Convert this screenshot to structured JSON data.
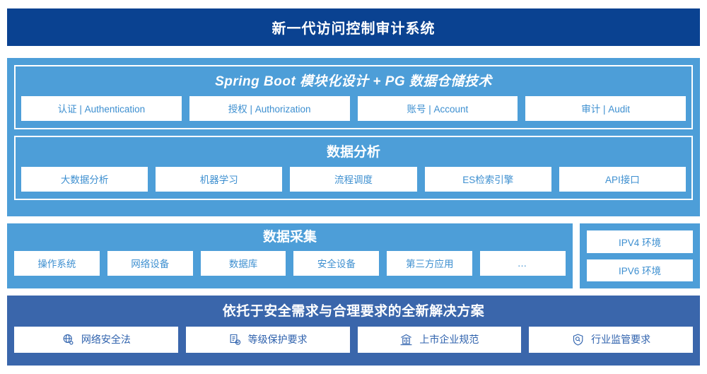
{
  "header": {
    "title": "新一代访问控制审计系统"
  },
  "sections": {
    "platform": {
      "title": "Spring Boot 模块化设计 + PG 数据仓储技术",
      "chips": [
        {
          "label": "认证 | Authentication"
        },
        {
          "label": "授权 | Authorization"
        },
        {
          "label": "账号 | Account"
        },
        {
          "label": "审计 | Audit"
        }
      ]
    },
    "analysis": {
      "title": "数据分析",
      "chips": [
        {
          "label": "大数据分析"
        },
        {
          "label": "机器学习"
        },
        {
          "label": "流程调度"
        },
        {
          "label": "ES检索引擎"
        },
        {
          "label": "API接口"
        }
      ]
    },
    "collection": {
      "title": "数据采集",
      "chips": [
        {
          "label": "操作系统"
        },
        {
          "label": "网络设备"
        },
        {
          "label": "数据库"
        },
        {
          "label": "安全设备"
        },
        {
          "label": "第三方应用"
        },
        {
          "label": "…"
        }
      ]
    },
    "environment": {
      "chips": [
        {
          "label": "IPV4 环境"
        },
        {
          "label": "IPV6 环境"
        }
      ]
    },
    "compliance": {
      "title": "依托于安全需求与合理要求的全新解决方案",
      "chips": [
        {
          "label": "网络安全法",
          "icon": "globe-network-icon"
        },
        {
          "label": "等级保护要求",
          "icon": "document-check-icon"
        },
        {
          "label": "上市企业规范",
          "icon": "bank-building-icon"
        },
        {
          "label": "行业监管要求",
          "icon": "shield-search-icon"
        }
      ]
    }
  },
  "colors": {
    "header_bg": "#0a4291",
    "panel_blue": "#4d9ed8",
    "bottom_blue": "#3a66ab",
    "chip_text": "#3d8fd0",
    "compliance_text": "#2f62ad"
  }
}
